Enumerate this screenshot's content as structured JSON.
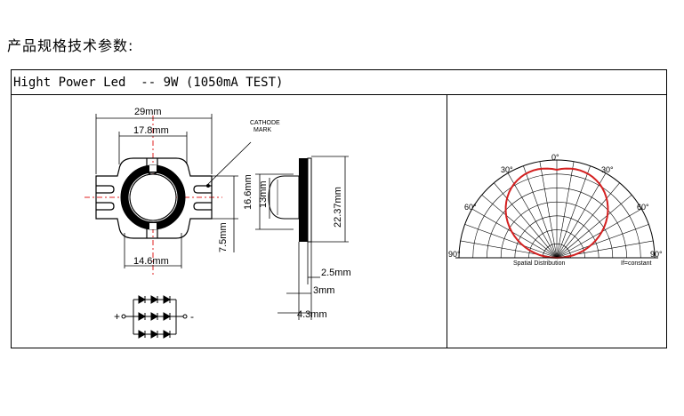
{
  "heading": "产品规格技术参数:",
  "product_title": "Hight Power Led  -- 9W (1050mA TEST)",
  "dimensions": {
    "d29": "29mm",
    "d178": "17.8mm",
    "d146": "14.6mm",
    "d75": "7.5mm",
    "d166": "16.6mm",
    "d13": "13mm",
    "d2237": "22.37mm",
    "d25": "2.5mm",
    "d3": "3mm",
    "d43": "4.3mm"
  },
  "cathode_label_1": "CATHODE",
  "cathode_label_2": "MARK",
  "circuit": {
    "plus": "+",
    "minus": "-"
  },
  "polar": {
    "angle_0": "0°",
    "angle_30_left": "30°",
    "angle_30_right": "30°",
    "angle_60_left": "60°",
    "angle_60_right": "60°",
    "angle_90_left": "90°",
    "angle_90_right": "90°",
    "spatial_label": "Spatial Distribution",
    "constant_label": "If=constant",
    "curve_color": "#d42020"
  }
}
